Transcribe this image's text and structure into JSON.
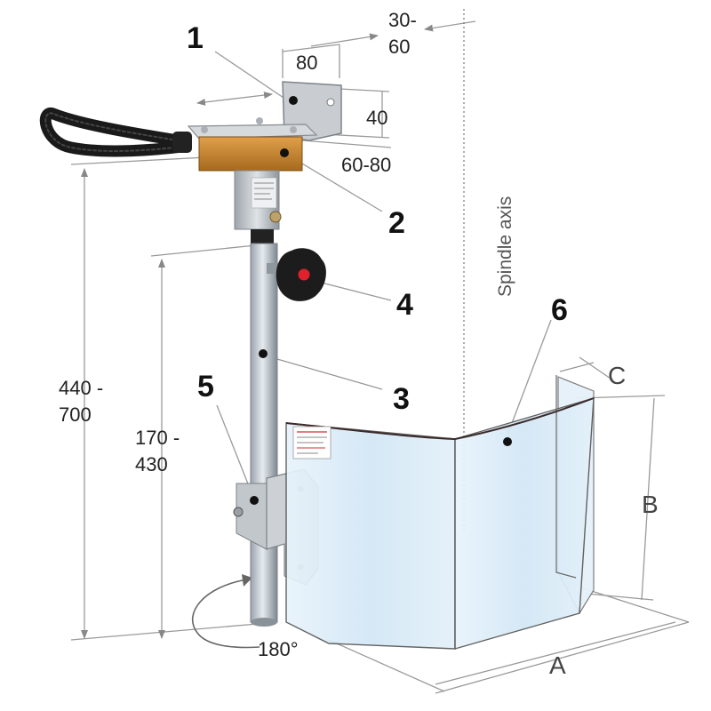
{
  "callouts": {
    "c1": "1",
    "c2": "2",
    "c3": "3",
    "c4": "4",
    "c5": "5",
    "c6": "6"
  },
  "dimensions": {
    "bracket_width": "80",
    "offset_line1": "30-",
    "offset_line2": "60",
    "bracket_height": "40",
    "bracket_depth": "60-80",
    "total_height_line1": "440 -",
    "total_height_line2": "700",
    "rod_height_line1": "170 -",
    "rod_height_line2": "430",
    "rotation": "180°",
    "shield_a": "A",
    "shield_b": "B",
    "shield_c": "C"
  },
  "spindle_axis_label": "Spindle axis",
  "colors": {
    "knob_dot": "#e0202a",
    "bracket_orange": "#c8852e",
    "shield_tint": "#dcecf8",
    "dimension_line": "#9a9a9a"
  }
}
